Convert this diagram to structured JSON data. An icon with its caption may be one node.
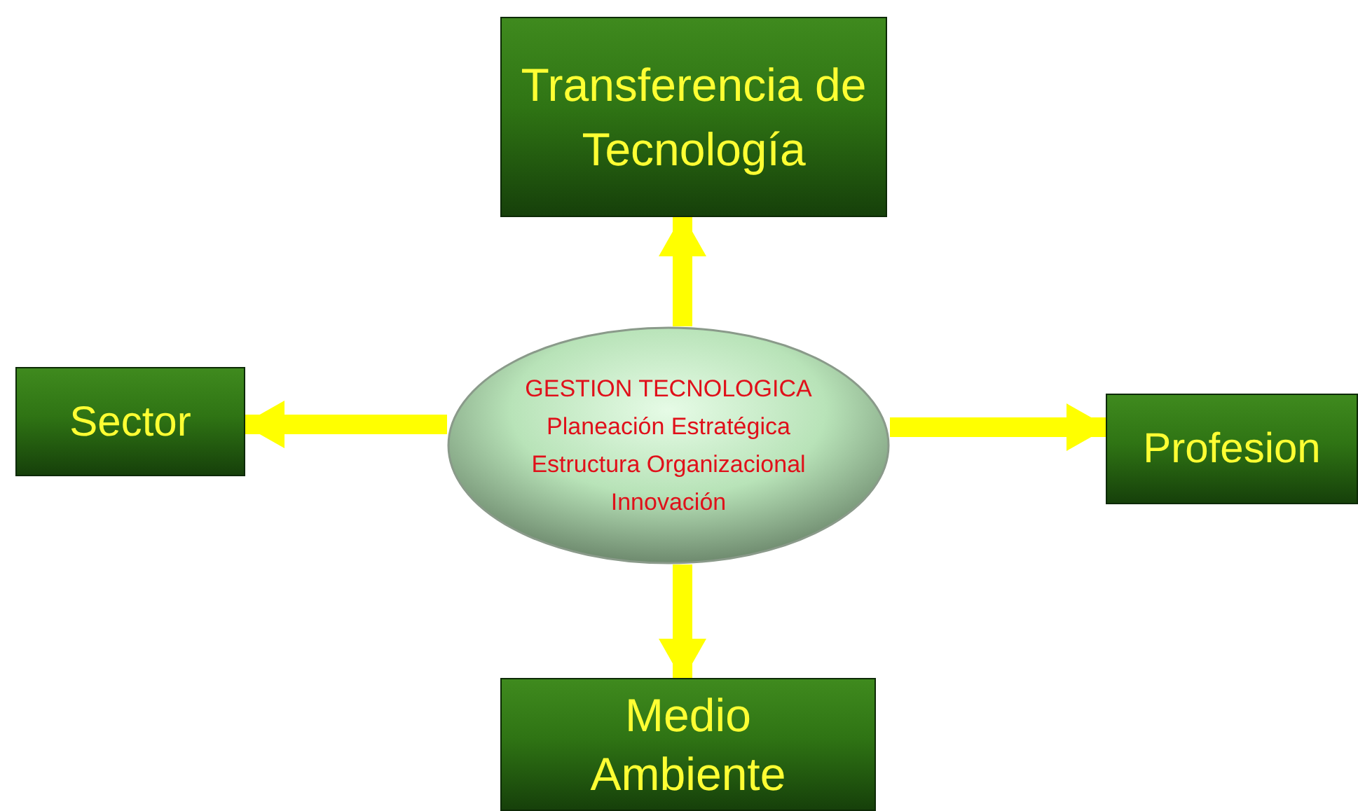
{
  "diagram": {
    "nodes": [
      {
        "text": [
          "Transferencia de Tecnología"
        ]
      },
      {
        "text": [
          "Sector"
        ]
      },
      {
        "text": [
          "GESTION TECNOLOGICA",
          "Planeación Estratégica",
          "Estructura Organizacional",
          "Innovación"
        ]
      },
      {
        "text": [
          "Profesion"
        ]
      },
      {
        "text": [
          "Medio Ambiente"
        ]
      }
    ],
    "edges": [
      {
        "from": 2,
        "to": 0,
        "arrow": "to"
      },
      {
        "from": 2,
        "to": 1,
        "arrow": "to"
      },
      {
        "from": 2,
        "to": 3,
        "arrow": "to"
      },
      {
        "from": 2,
        "to": 4,
        "arrow": "to"
      }
    ]
  }
}
